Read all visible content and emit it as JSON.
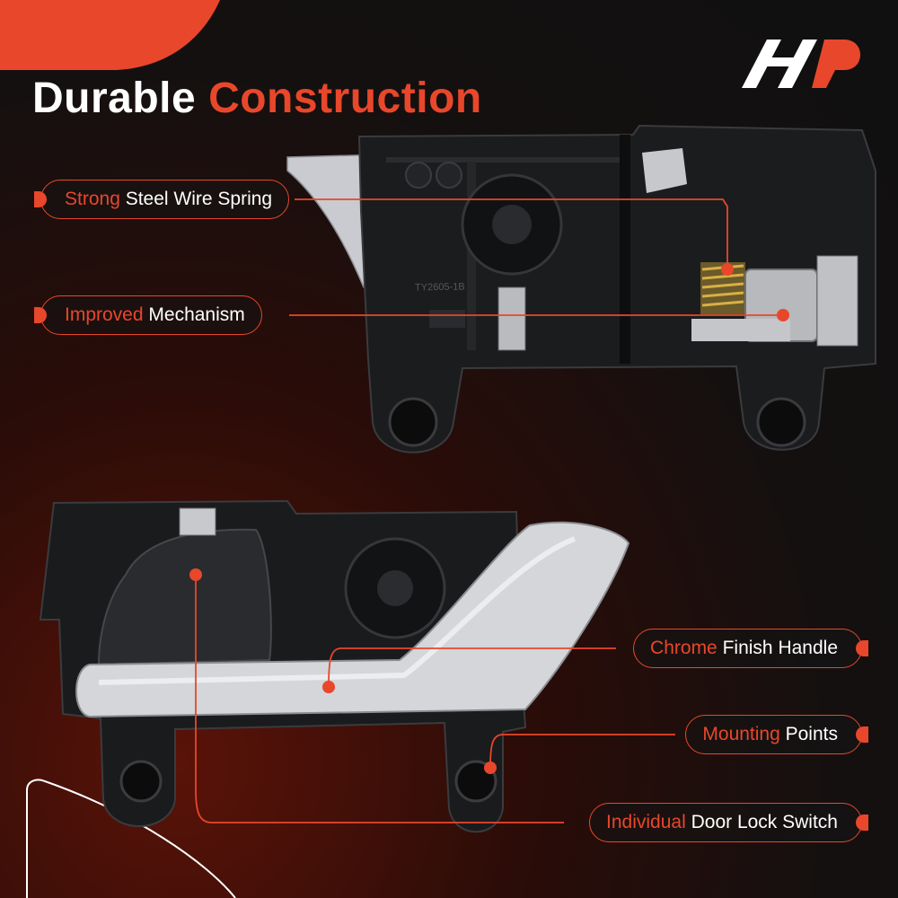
{
  "header": {
    "title_word1": "Durable",
    "title_word2": "Construction"
  },
  "brand": {
    "logo_alt": "A-Premium logo"
  },
  "callouts": [
    {
      "highlight": "Strong",
      "rest": "Steel Wire Spring"
    },
    {
      "highlight": "Improved",
      "rest": "Mechanism"
    },
    {
      "highlight": "Chrome",
      "rest": "Finish Handle"
    },
    {
      "highlight": "Mounting",
      "rest": "Points"
    },
    {
      "highlight": "Individual",
      "rest": "Door Lock Switch"
    }
  ],
  "part_marking": "TY2605-1B",
  "colors": {
    "accent": "#e8472b",
    "background": "#141010",
    "text": "#ffffff"
  }
}
